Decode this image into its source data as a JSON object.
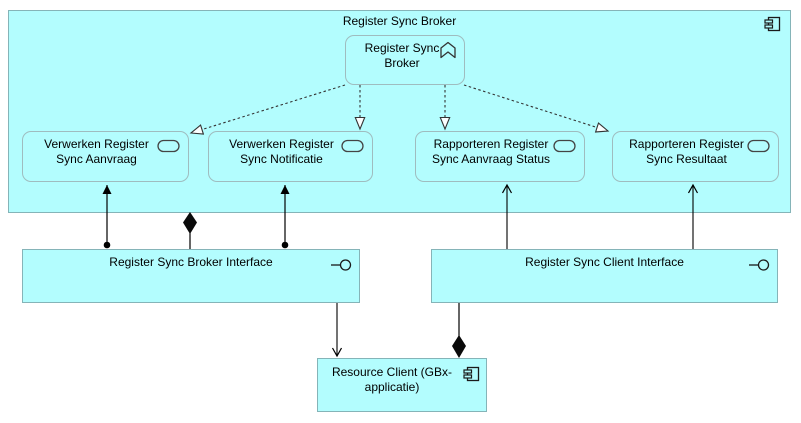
{
  "diagram": {
    "container": {
      "label": "Register Sync Broker",
      "icon": "component-icon"
    },
    "broker_process": {
      "label": "Register Sync Broker",
      "icon": "process-chevron-icon"
    },
    "services": [
      {
        "label": "Verwerken Register Sync Aanvraag",
        "icon": "service-oval-icon"
      },
      {
        "label": "Verwerken Register Sync Notificatie",
        "icon": "service-oval-icon"
      },
      {
        "label": "Rapporteren Register Sync Aanvraag Status",
        "icon": "service-oval-icon"
      },
      {
        "label": "Rapporteren Register Sync Resultaat",
        "icon": "service-oval-icon"
      }
    ],
    "interfaces": [
      {
        "label": "Register Sync Broker Interface",
        "icon": "lollipop-interface-icon"
      },
      {
        "label": "Register Sync Client Interface",
        "icon": "lollipop-interface-icon"
      }
    ],
    "client": {
      "label": "Resource Client (GBx-applicatie)",
      "icon": "component-icon"
    },
    "relationships": [
      "realization: Register Sync Broker -> Verwerken Register Sync Aanvraag",
      "realization: Register Sync Broker -> Verwerken Register Sync Notificatie",
      "realization: Register Sync Broker -> Rapporteren Register Sync Aanvraag Status",
      "realization: Register Sync Broker -> Rapporteren Register Sync Resultaat",
      "assignment: Register Sync Broker Interface -> Verwerken Register Sync Aanvraag",
      "assignment: Register Sync Broker Interface -> Verwerken Register Sync Notificatie",
      "composition: Register Sync Broker -> Register Sync Broker Interface",
      "serving: Register Sync Client Interface -> Rapporteren Register Sync Aanvraag Status",
      "serving: Register Sync Client Interface -> Rapporteren Register Sync Resultaat",
      "serving: Register Sync Broker Interface -> Resource Client (GBx-applicatie)",
      "composition: Resource Client (GBx-applicatie) -> Register Sync Client Interface"
    ]
  },
  "colors": {
    "element-fill": "#B3FDFE",
    "border-strong": "#85B4B8",
    "border-soft": "#9FBCBF",
    "line": "#1a1a1a"
  }
}
